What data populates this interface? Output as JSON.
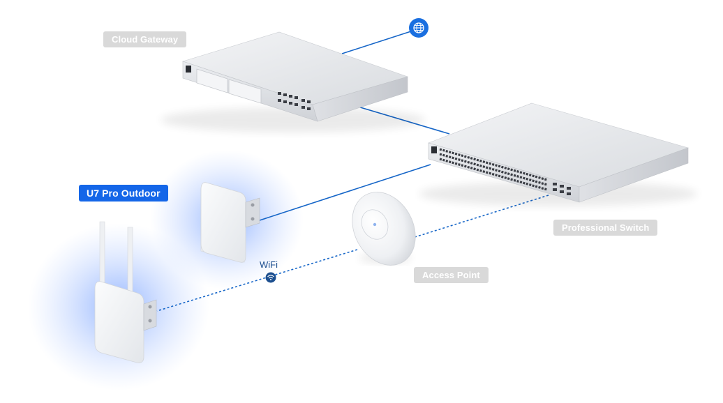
{
  "labels": {
    "cloud_gateway": "Cloud Gateway",
    "professional_switch": "Professional Switch",
    "access_point": "Access Point",
    "u7_pro_outdoor": "U7 Pro Outdoor",
    "wifi": "WiFi"
  },
  "icons": {
    "internet": "globe-icon",
    "wireless": "wifi-icon"
  },
  "colors": {
    "link": "#1666c8",
    "highlight_label": "#1466e8",
    "label_bg": "#d9d9d9",
    "glow": "#4f86ff",
    "device_body": "#e6e8eb"
  }
}
